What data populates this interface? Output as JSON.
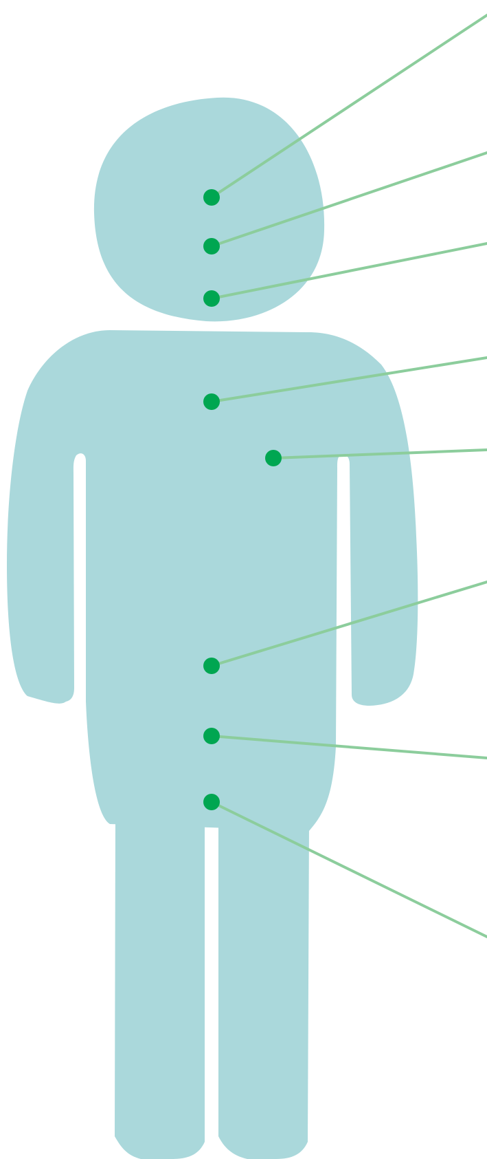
{
  "colors": {
    "background": "#ffffff",
    "body_fill": "#aad8db",
    "leader_line": "#8ccd9c",
    "marker_dot": "#00a651"
  },
  "figure": {
    "silhouette": "human-body-front",
    "marker_count": 8
  },
  "markers": [
    {
      "id": "forehead"
    },
    {
      "id": "mid-face"
    },
    {
      "id": "chin"
    },
    {
      "id": "upper-chest"
    },
    {
      "id": "right-chest"
    },
    {
      "id": "abdomen"
    },
    {
      "id": "lower-abdomen"
    },
    {
      "id": "groin"
    }
  ]
}
